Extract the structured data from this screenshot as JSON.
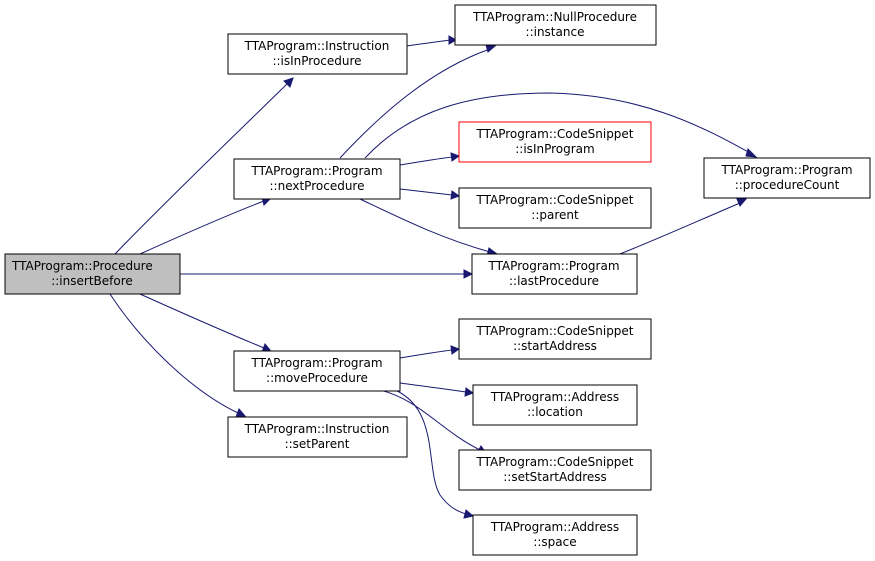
{
  "colors": {
    "edge": "#191970",
    "root_fill": "#bfbfbf",
    "highlight_border": "#ff0000"
  },
  "nodes": {
    "root": {
      "line1": "TTAProgram::Procedure",
      "line2": "::insertBefore"
    },
    "isInProcedure": {
      "line1": "TTAProgram::Instruction",
      "line2": "::isInProcedure"
    },
    "instance": {
      "line1": "TTAProgram::NullProcedure",
      "line2": "::instance"
    },
    "nextProcedure": {
      "line1": "TTAProgram::Program",
      "line2": "::nextProcedure"
    },
    "isInProgram": {
      "line1": "TTAProgram::CodeSnippet",
      "line2": "::isInProgram"
    },
    "parent": {
      "line1": "TTAProgram::CodeSnippet",
      "line2": "::parent"
    },
    "procedureCount": {
      "line1": "TTAProgram::Program",
      "line2": "::procedureCount"
    },
    "lastProcedure": {
      "line1": "TTAProgram::Program",
      "line2": "::lastProcedure"
    },
    "moveProcedure": {
      "line1": "TTAProgram::Program",
      "line2": "::moveProcedure"
    },
    "startAddress": {
      "line1": "TTAProgram::CodeSnippet",
      "line2": "::startAddress"
    },
    "location": {
      "line1": "TTAProgram::Address",
      "line2": "::location"
    },
    "setStartAddress": {
      "line1": "TTAProgram::CodeSnippet",
      "line2": "::setStartAddress"
    },
    "space": {
      "line1": "TTAProgram::Address",
      "line2": "::space"
    },
    "setParent": {
      "line1": "TTAProgram::Instruction",
      "line2": "::setParent"
    }
  }
}
